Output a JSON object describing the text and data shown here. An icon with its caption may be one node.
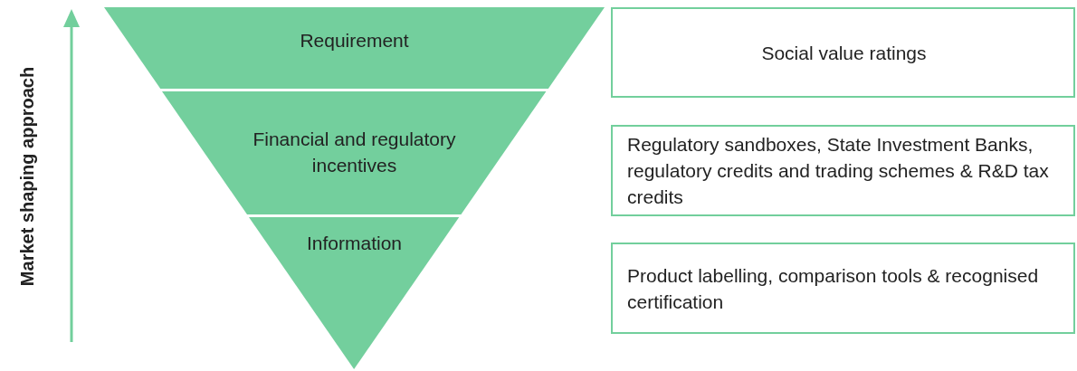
{
  "diagram": {
    "nodes": [
      {
        "text": [
          "Requirement"
        ]
      },
      {
        "text": [
          "Financial and regulatory incentives"
        ]
      },
      {
        "text": [
          "Information"
        ]
      },
      {
        "text": [
          "Social value ratings"
        ]
      },
      {
        "text": [
          "Regulatory sandboxes, State Investment Banks, regulatory credits and trading schemes & R&D tax credits"
        ]
      },
      {
        "text": [
          "Product labelling, comparison tools & recognised certification"
        ]
      }
    ],
    "labels": [
      "Market shaping approach"
    ]
  }
}
